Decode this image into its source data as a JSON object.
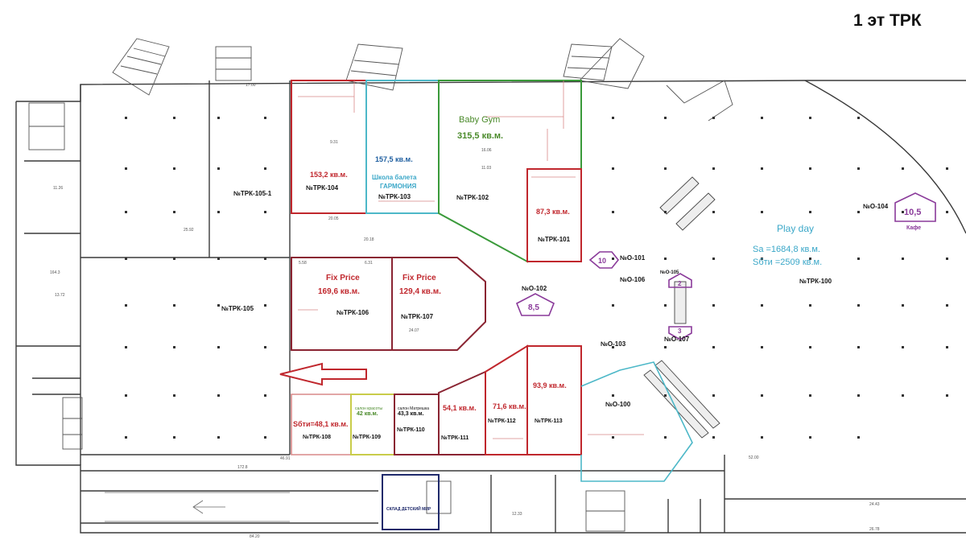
{
  "title": "1 эт ТРК",
  "colors": {
    "wall": "#3a3a3a",
    "red": "#c0272d",
    "maroon": "#8a2432",
    "cyan": "#4db8c8",
    "green": "#3a9a3a",
    "navy": "#1f2a6b",
    "yellow": "#c9cc4a",
    "purple": "#8a3a9a",
    "pink": "#d98888",
    "label_red": "#c0272d",
    "label_blue": "#1f5fa0",
    "label_green": "#4a8a2a",
    "label_cyan": "#3aa7c8"
  },
  "units": [
    {
      "id": "104",
      "code": "№ТРК-104",
      "area": "153,2 кв.м."
    },
    {
      "id": "103",
      "code": "№ТРК-103",
      "area": "157,5 кв.м.",
      "tenant": "Школа балета",
      "tenant2": "ГАРМОНИЯ"
    },
    {
      "id": "102",
      "code": "№ТРК-102",
      "area": "315,5 кв.м.",
      "tenant": "Baby Gym"
    },
    {
      "id": "101",
      "code": "№ТРК-101",
      "area": "87,3 кв.м."
    },
    {
      "id": "105-1",
      "code": "№ТРК-105-1"
    },
    {
      "id": "105",
      "code": "№ТРК-105"
    },
    {
      "id": "106",
      "code": "№ТРК-106",
      "area": "169,6 кв.м.",
      "tenant": "Fix Price"
    },
    {
      "id": "107",
      "code": "№ТРК-107",
      "area": "129,4 кв.м.",
      "tenant": "Fix Price"
    },
    {
      "id": "108",
      "code": "№ТРК-108",
      "area": "Sбти=48,1 кв.м."
    },
    {
      "id": "109",
      "code": "№ТРК-109",
      "area": "42 кв.м.",
      "tenant": "салон красоты"
    },
    {
      "id": "110",
      "code": "№ТРК-110",
      "area": "43,3 кв.м.",
      "tenant": "салон Матрешка"
    },
    {
      "id": "111",
      "code": "№ТРК-111",
      "area": "54,1 кв.м."
    },
    {
      "id": "112",
      "code": "№ТРК-112",
      "area": "71,6 кв.м."
    },
    {
      "id": "113",
      "code": "№ТРК-113",
      "area": "93,9 кв.м."
    },
    {
      "id": "100",
      "code": "№ТРК-100",
      "tenant": "Play day",
      "area": "Sа =1684,8 кв.м.",
      "area2": "Sбти =2509 кв.м."
    }
  ],
  "common_areas": [
    {
      "code": "№О-104"
    },
    {
      "code": "№О-101"
    },
    {
      "code": "№О-106"
    },
    {
      "code": "№О-105"
    },
    {
      "code": "№О-102"
    },
    {
      "code": "№О-103"
    },
    {
      "code": "№О-107"
    },
    {
      "code": "№О-100"
    }
  ],
  "badges": [
    {
      "value": "10,5",
      "caption": "Кафе"
    },
    {
      "value": "10"
    },
    {
      "value": "2"
    },
    {
      "value": "3"
    },
    {
      "value": "8,5"
    }
  ],
  "warehouse": "СКЛАД ДЕТСКИЙ МИР",
  "dims": {
    "d1": "17.00",
    "d2": "20.05",
    "d3": "20.18",
    "d4": "25.92",
    "d5": "6.31",
    "d6": "9.31",
    "d7": "11.03",
    "d8": "16.06",
    "d9": "5.58",
    "d10": "24.07",
    "d11": "12.33",
    "d12": "46.91",
    "d13": "172.8",
    "d14": "84.20",
    "d15": "24.43",
    "d16": "26.78",
    "d17": "52.00",
    "d18": "164.3",
    "d19": "13.72",
    "d20": "11.26"
  }
}
